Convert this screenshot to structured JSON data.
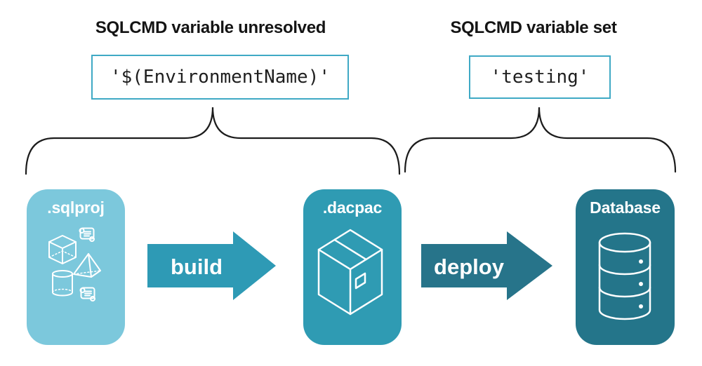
{
  "annotations": {
    "left": {
      "heading": "SQLCMD variable unresolved",
      "code": "'$(EnvironmentName)'"
    },
    "right": {
      "heading": "SQLCMD variable set",
      "code": "'testing'"
    }
  },
  "nodes": [
    {
      "label": ".sqlproj",
      "color": "#7CC8DC",
      "icon": "sql-objects-icon"
    },
    {
      "label": ".dacpac",
      "color": "#2F9BB3",
      "icon": "package-box-icon"
    },
    {
      "label": "Database",
      "color": "#24758A",
      "icon": "database-cylinder-icon"
    }
  ],
  "arrows": [
    {
      "label": "build",
      "color": "#2E9AB5"
    },
    {
      "label": "deploy",
      "color": "#27748A"
    }
  ],
  "colors": {
    "background": "#ffffff",
    "heading_text": "#141414",
    "code_text": "#1f1f1f",
    "code_border": "#3FA9C5",
    "brace": "#1c1c1c",
    "icon_stroke": "#ffffff",
    "node_label_text": "#ffffff"
  }
}
